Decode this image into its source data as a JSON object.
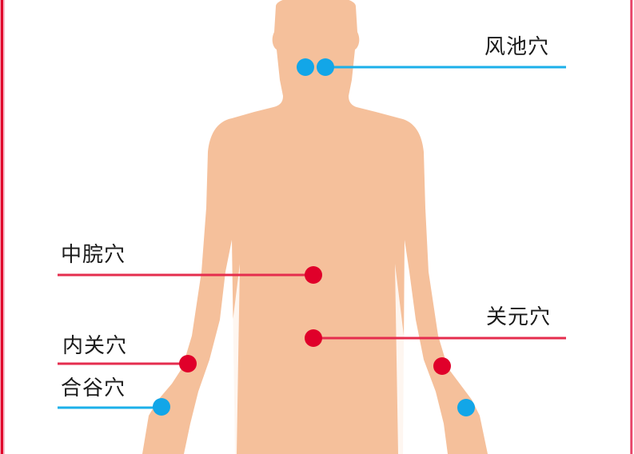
{
  "diagram": {
    "subject": "human-body-acupoints",
    "colors": {
      "skin": "#f5c09b",
      "red_point": "#e0002a",
      "blue_point": "#12a6e8",
      "red_line": "#e52d4e",
      "blue_line": "#1cb0ea",
      "frame": "#e0002a",
      "text": "#1a1a1a"
    },
    "acupoints": [
      {
        "id": "fengchi",
        "label": "风池穴",
        "color": "blue",
        "side": "right"
      },
      {
        "id": "zhongwan",
        "label": "中脘穴",
        "color": "red",
        "side": "left"
      },
      {
        "id": "guanyuan",
        "label": "关元穴",
        "color": "red",
        "side": "right"
      },
      {
        "id": "neiguan",
        "label": "内关穴",
        "color": "red",
        "side": "left"
      },
      {
        "id": "hegu",
        "label": "合谷穴",
        "color": "blue",
        "side": "left"
      }
    ]
  }
}
